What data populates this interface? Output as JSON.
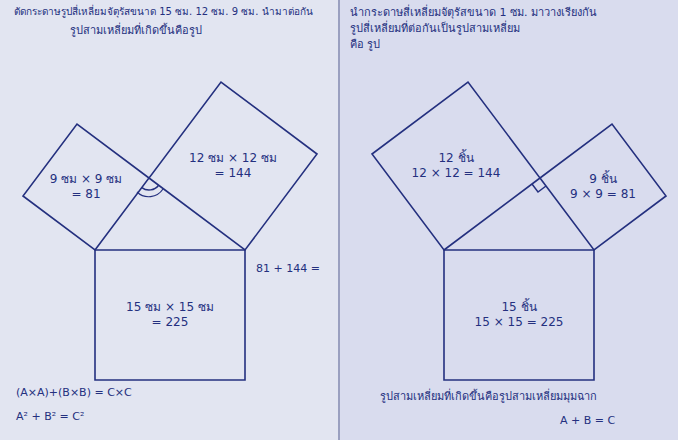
{
  "diagram": {
    "nodes": [
      {
        "text": [
          "9 ซม × 9 ซม",
          "= 81"
        ]
      },
      {
        "text": [
          "12 ซม × 12 ซม",
          "= 144"
        ]
      },
      {
        "text": [
          "15 ซม × 15 ซม",
          "= 225"
        ]
      },
      {
        "text": [
          "12 ชิ้น",
          "12 × 12 = 144"
        ]
      },
      {
        "text": [
          "9 ชิ้น",
          "9 × 9 = 81"
        ]
      },
      {
        "text": [
          "15 ชิ้น",
          "15 × 15 = 225"
        ]
      }
    ],
    "labels": [
      "ตัดกระดาษรูปสี่เหลี่ยมจัตุรัสขนาด 15 ซม. 12 ซม. 9 ซม. นำมาต่อกัน",
      "รูปสามเหลี่ยมที่เกิดขึ้นคือรูป",
      "81 + 144 =",
      "(A×A)+(B×B) = C×C",
      "A² + B² = C²",
      "นำกระดาษสี่เหลี่ยมจัตุรัสขนาด 1 ซม. มาวางเรียงกัน",
      "รูปสี่เหลี่ยมที่ต่อกันเป็นรูปสามเหลี่ยม",
      "คือ รูป",
      "รูปสามเหลี่ยมที่เกิดขึ้นคือรูปสามเหลี่ยมมุมฉาก",
      "A + B = C"
    ]
  }
}
